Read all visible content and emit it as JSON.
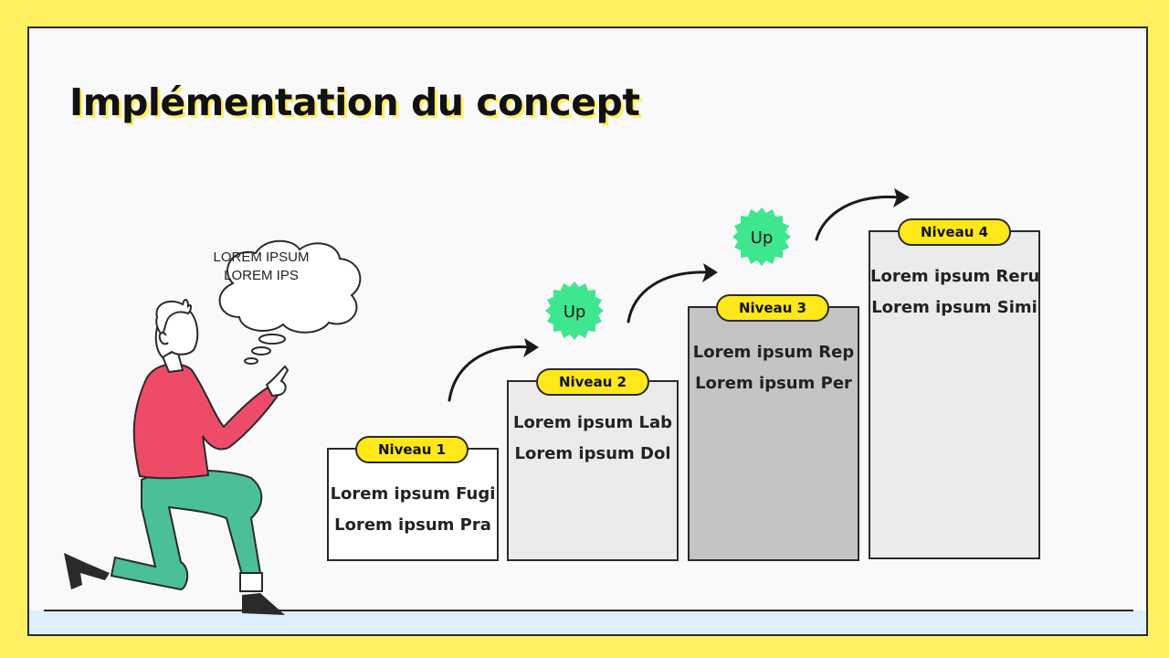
{
  "title": "Implémentation du concept",
  "thought": {
    "line1": "LOREM IPSUM",
    "line2": "LOREM IPS"
  },
  "badge_text": "Up",
  "levels": [
    {
      "label": "Niveau 1",
      "line1": "Lorem ipsum Fugi",
      "line2": "Lorem ipsum Pra"
    },
    {
      "label": "Niveau 2",
      "line1": "Lorem ipsum Lab",
      "line2": "Lorem ipsum Dol"
    },
    {
      "label": "Niveau 3",
      "line1": "Lorem ipsum Rep",
      "line2": "Lorem ipsum Per"
    },
    {
      "label": "Niveau 4",
      "line1": "Lorem ipsum Reru",
      "line2": "Lorem ipsum Simi"
    }
  ],
  "colors": {
    "background": "#fff05f",
    "pill": "#ffe819",
    "badge": "#3ee68f",
    "step1": "#ffffff",
    "step2": "#ebebeb",
    "step3": "#c4c4c4",
    "step4": "#ebebeb",
    "shirt": "#ee4b68",
    "pants": "#4bbf9a"
  }
}
